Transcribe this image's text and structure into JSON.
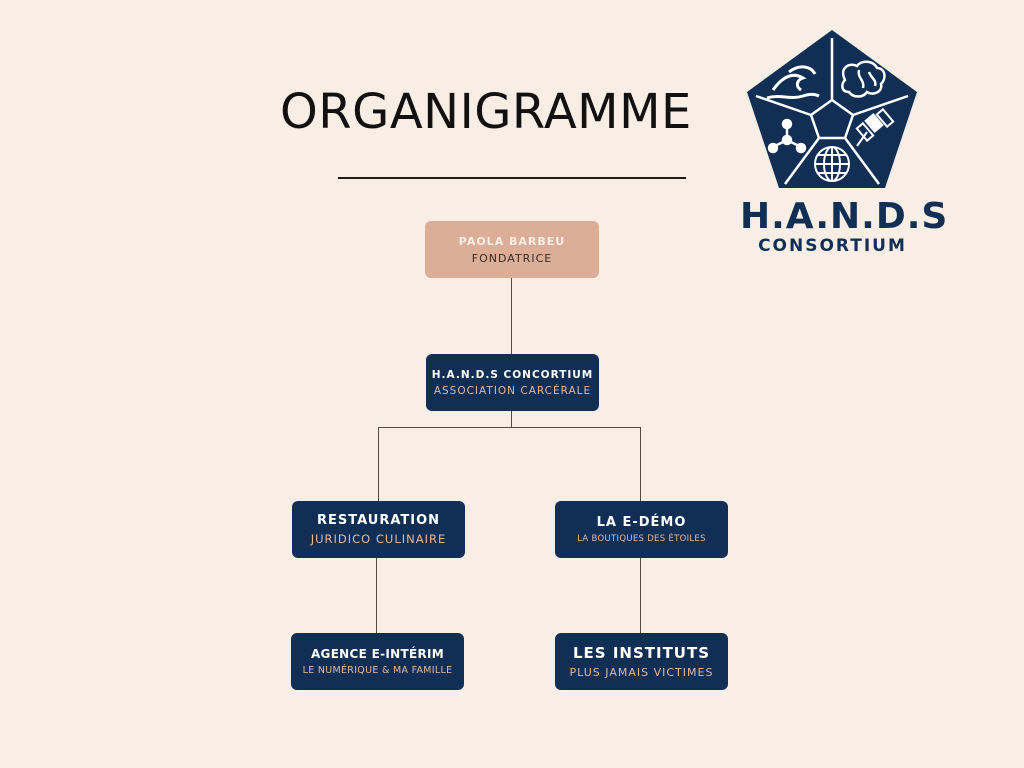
{
  "title": "ORGANIGRAMME",
  "logo": {
    "name": "H.A.N.D.S",
    "subtitle": "CONSORTIUM",
    "icons": [
      "wave-icon",
      "brain-icon",
      "molecule-icon",
      "satellite-icon",
      "globe-icon"
    ]
  },
  "nodes": {
    "founder": {
      "name": "PAOLA BARBEU",
      "role": "FONDATRICE"
    },
    "consortium": {
      "name": "H.A.N.D.S  CONCORTIUM",
      "role": "ASSOCIATION CARCÉRALE"
    },
    "restauration": {
      "name": "RESTAURATION",
      "role": "JURIDICO CULINAIRE"
    },
    "edemo": {
      "name": "LA E-DÉMO",
      "role": "LA BOUTIQUES DES ÉTOILES"
    },
    "agence": {
      "name": "AGENCE E-INTÉRIM",
      "role": "LE NUMÉRIQUE & MA FAMILLE"
    },
    "instituts": {
      "name": "LES INSTITUTS",
      "role": "PLUS JAMAIS VICTIMES"
    }
  },
  "colors": {
    "background": "#f8eee6",
    "navy": "#112f55",
    "peach": "#dcae97",
    "accent_text": "#e7b69d"
  }
}
